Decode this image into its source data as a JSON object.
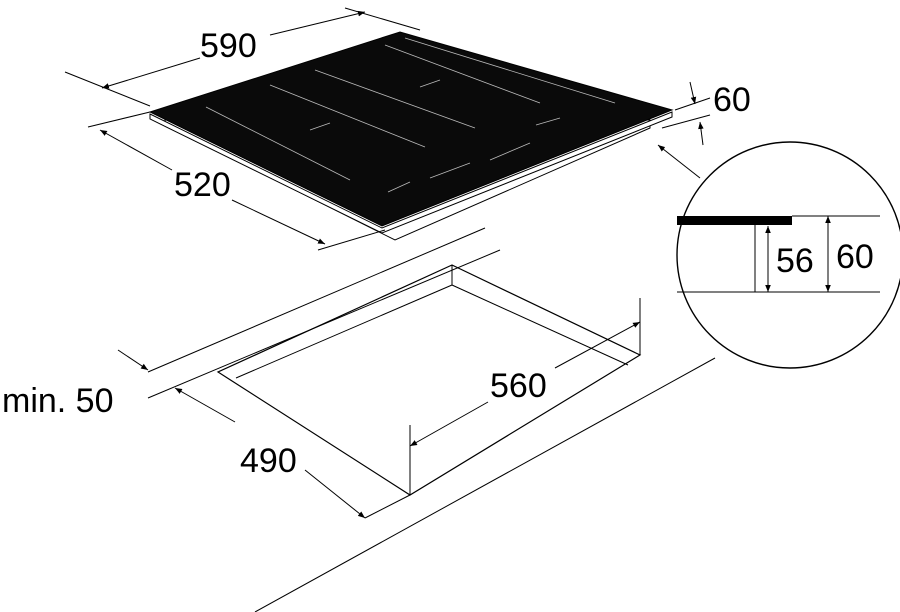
{
  "dimensions": {
    "hob_width": "590",
    "hob_depth": "520",
    "hob_height": "60",
    "detail_inner_height": "56",
    "detail_total_height": "60",
    "min_distance": "min. 50",
    "cutout_width": "560",
    "cutout_depth": "490"
  },
  "colors": {
    "hob_glass": "#0a0a0a",
    "lines": "#000000"
  }
}
